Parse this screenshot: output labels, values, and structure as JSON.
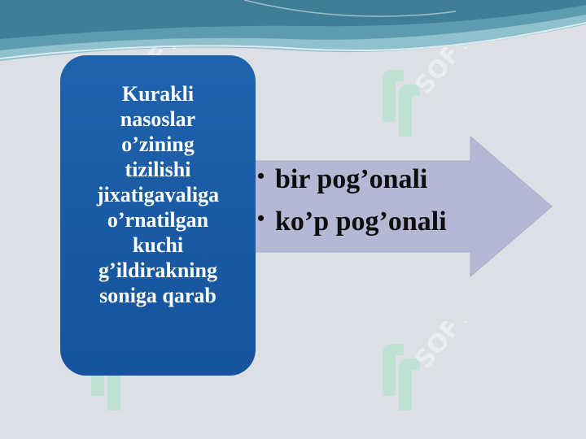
{
  "left_box": {
    "text": "Kurakli\nnasoslar\no’zining\ntizilishi\njixatigavaliga\no’rnatilgan\nkuchi\ng’ildirakning\nsoniga qarab"
  },
  "arrow_box": {
    "items": [
      {
        "label": "bir pog’onali"
      },
      {
        "label": "ko’p pog’onali"
      }
    ]
  },
  "watermark": {
    "text": "SOFT"
  },
  "colors": {
    "background": "#dcdfe4",
    "box_blue": "#1b5aa3",
    "arrow_fill": "#b4b8d4",
    "wave_teal": "#6fa8b8",
    "watermark_green": "#a8e6c8"
  }
}
